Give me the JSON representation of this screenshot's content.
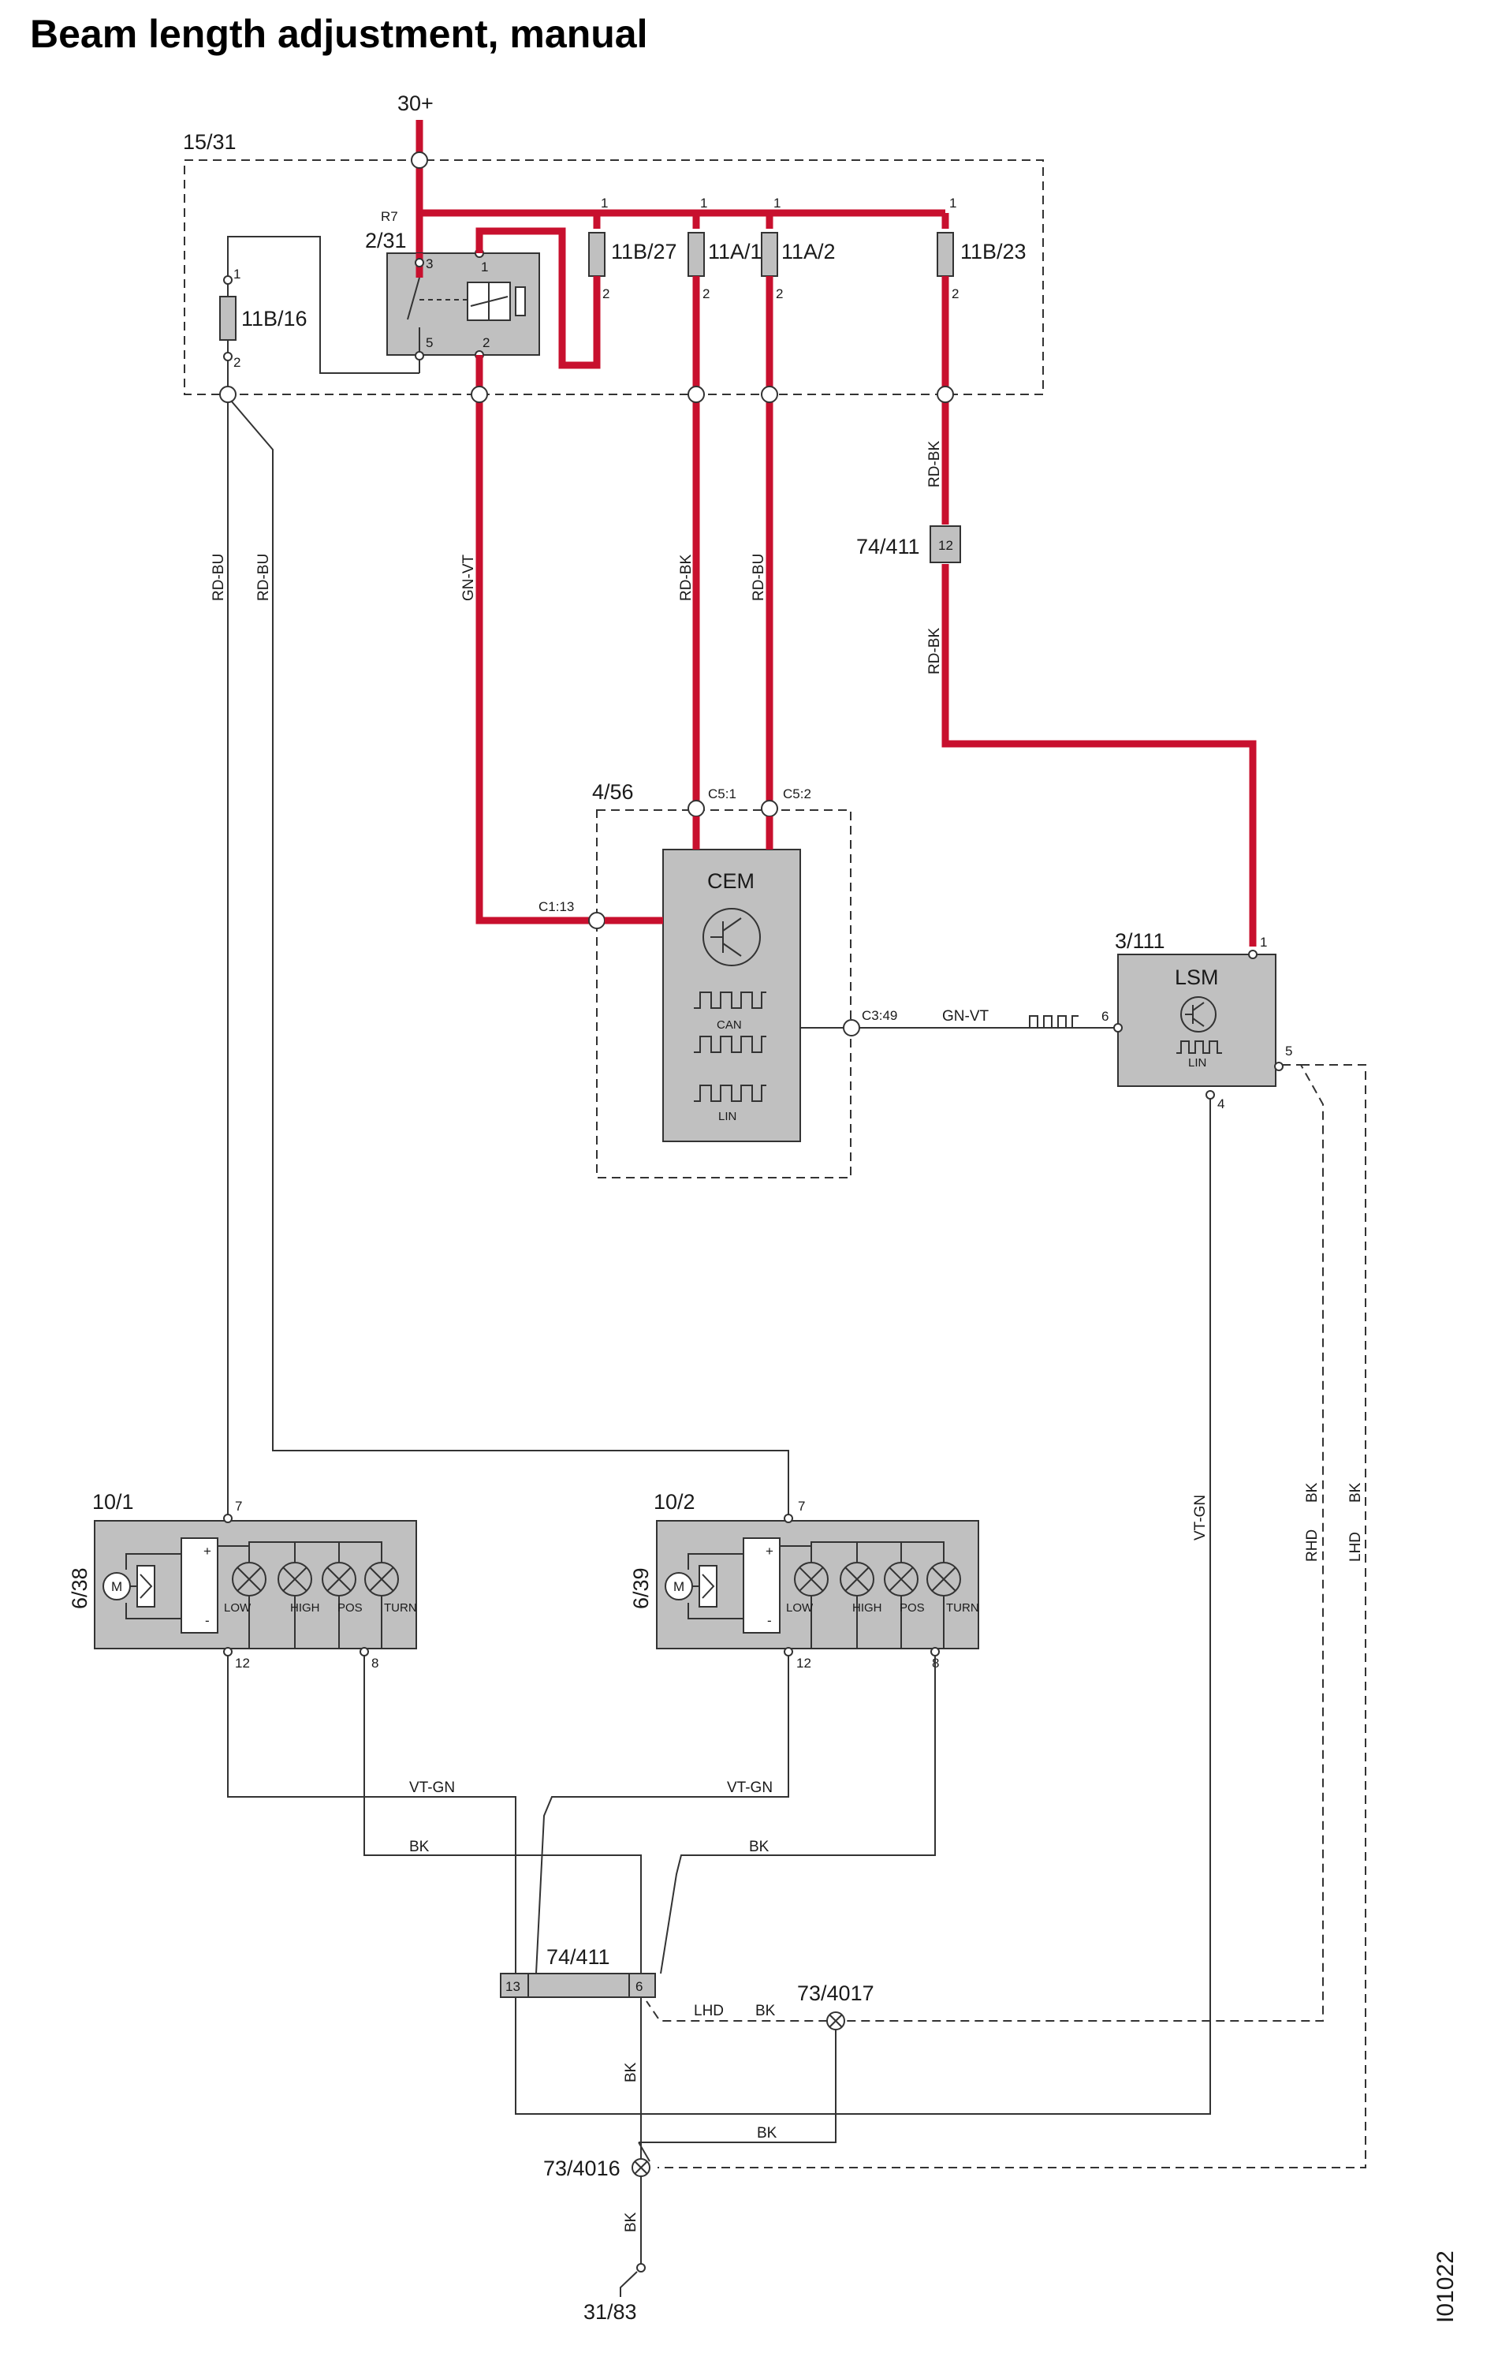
{
  "title": "Beam length adjustment, manual",
  "drawing_id": "I01022",
  "supply": {
    "label": "30+"
  },
  "ground": {
    "label": "31/83"
  },
  "fuse_box": {
    "id": "15/31"
  },
  "relay": {
    "id": "2/31",
    "ref": "R7",
    "pins": [
      "3",
      "1",
      "5",
      "2"
    ]
  },
  "fuses": [
    {
      "id": "11B/16",
      "pin_top": "1",
      "pin_bottom": "2"
    },
    {
      "id": "11B/27",
      "pin_top": "1",
      "pin_bottom": "2"
    },
    {
      "id": "11A/1",
      "pin_top": "1",
      "pin_bottom": "2"
    },
    {
      "id": "11A/2",
      "pin_top": "1",
      "pin_bottom": "2"
    },
    {
      "id": "11B/23",
      "pin_top": "1",
      "pin_bottom": "2"
    }
  ],
  "connector_12": {
    "id": "74/411",
    "pin": "12"
  },
  "cem": {
    "id": "4/56",
    "label": "CEM",
    "can_label": "CAN",
    "lin_label": "LIN",
    "pins": [
      "C5:1",
      "C5:2",
      "C1:13",
      "C3:49"
    ]
  },
  "lsm": {
    "id": "3/111",
    "label": "LSM",
    "lin_label": "LIN",
    "pins": [
      "1",
      "6",
      "5",
      "4"
    ]
  },
  "headlamps": [
    {
      "id": "10/1",
      "motor_id": "6/38",
      "motor_symbol": "M",
      "pins": [
        "7",
        "12",
        "8"
      ],
      "bulbs": [
        "LOW",
        "HIGH",
        "POS",
        "TURN"
      ],
      "terminals": [
        "+",
        "-"
      ]
    },
    {
      "id": "10/2",
      "motor_id": "6/39",
      "motor_symbol": "M",
      "pins": [
        "7",
        "12",
        "8"
      ],
      "bulbs": [
        "LOW",
        "HIGH",
        "POS",
        "TURN"
      ],
      "terminals": [
        "+",
        "-"
      ]
    }
  ],
  "bottom_connector": {
    "id": "74/411",
    "pins": [
      "13",
      "6"
    ]
  },
  "ground_points": [
    "73/4017",
    "73/4016"
  ],
  "wire_colors": {
    "rd_bu": "RD-BU",
    "gn_vt": "GN-VT",
    "rd_bk": "RD-BK",
    "vt_gn": "VT-GN",
    "bk": "BK",
    "rhd": "RHD",
    "lhd": "LHD"
  },
  "colors": {
    "supply_wire": "#c8102e",
    "component_fill": "#c0c0c0"
  }
}
